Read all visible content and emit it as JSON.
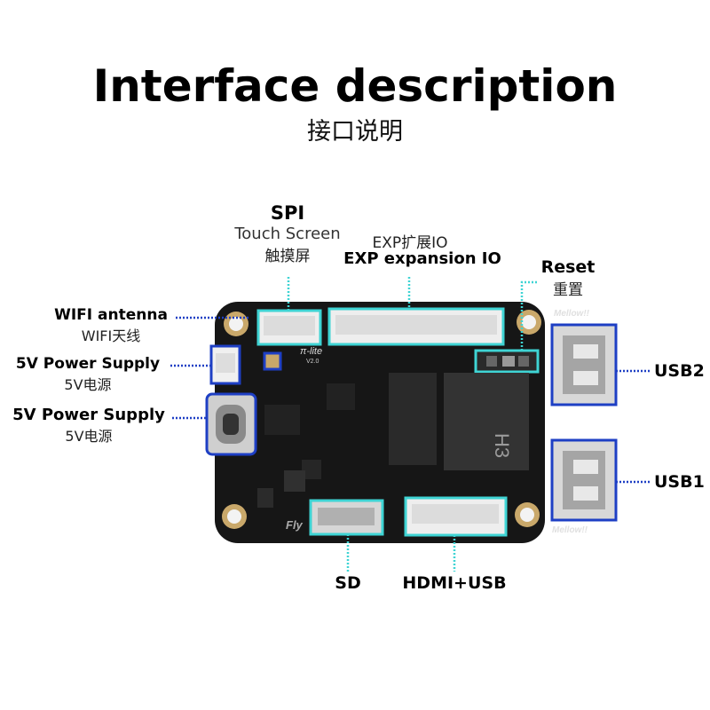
{
  "header": {
    "title": "Interface description",
    "subtitle": "接口说明"
  },
  "board": {
    "model": "π-lite",
    "version": "V2.0",
    "brand_top": "Mellow!!",
    "brand_bottom": "Mellow!!",
    "corner_text": "Fly",
    "chip_label": "H3",
    "colors": {
      "pcb": "#161616",
      "highlight_cyan": "#3fd4d4",
      "highlight_blue": "#1e3fc4",
      "pad": "#c9a86a"
    }
  },
  "labels": {
    "spi": {
      "title": "SPI",
      "line1": "Touch Screen",
      "line2": "触摸屏"
    },
    "exp": {
      "line1": "EXP扩展IO",
      "title": "EXP expansion IO"
    },
    "reset": {
      "title": "Reset",
      "line1": "重置"
    },
    "wifi": {
      "title": "WIFI antenna",
      "line1": "WIFI天线"
    },
    "power1": {
      "title": "5V Power Supply",
      "line1": "5V电源"
    },
    "power2": {
      "title": "5V Power Supply",
      "line1": "5V电源"
    },
    "usb2": {
      "title": "USB2"
    },
    "usb1": {
      "title": "USB1"
    },
    "sd": {
      "title": "SD"
    },
    "hdmi": {
      "title": "HDMI+USB"
    }
  }
}
